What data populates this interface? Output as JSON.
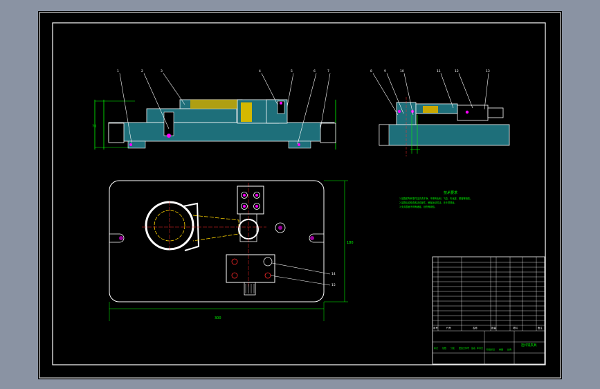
{
  "colors": {
    "viewport_bg": "#8a93a3",
    "canvas_bg": "#000000",
    "line_white": "#ffffff",
    "hatch_yellow": "#ffd400",
    "dim_green": "#00ff00",
    "highlight_magenta": "#ff00ff",
    "red_center": "#ff2a2a"
  },
  "technical_notes": {
    "title": "技术要求",
    "lines": [
      "1.装配前所有零件应清洗干净，不得有毛刺、飞边、氧化皮、锈蚀等缺陷。",
      "2.装配后应检查各活动部件，确保运动灵活，无卡滞现象。",
      "3.夹具表面不得有磕碰、划伤等缺陷。"
    ]
  },
  "title_block": {
    "drawing_title": "连杆铣夹具",
    "header_labels": [
      "序号",
      "代号",
      "名称",
      "数量",
      "材料",
      "备注"
    ],
    "signature_row": [
      "标记",
      "处数",
      "分区",
      "更改文件号",
      "签名",
      "年月日"
    ],
    "scale_labels": [
      "阶段标记",
      "重量",
      "比例"
    ]
  },
  "callouts": {
    "front_view": [
      "1",
      "2",
      "3",
      "4",
      "5",
      "6",
      "7"
    ],
    "side_view": [
      "8",
      "9",
      "10",
      "11",
      "12",
      "13"
    ],
    "plan_view": [
      "14",
      "15"
    ]
  },
  "dimensions": {
    "plan_width": "300",
    "plan_height": "180",
    "front_height": "70"
  }
}
